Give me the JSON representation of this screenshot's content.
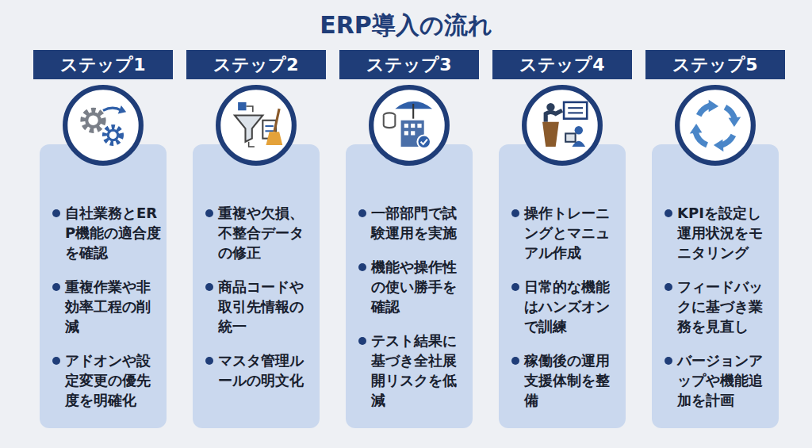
{
  "diagram": {
    "title": "ERP導入の流れ",
    "nodes": [
      {
        "text": [
          "ステップ1"
        ]
      },
      {
        "text": [
          "自社業務とERP機能の適合度を確認",
          "重複作業や非効率工程の削減",
          "アドオンや設定変更の優先度を明確化"
        ]
      },
      {
        "text": [
          "ステップ2"
        ]
      },
      {
        "text": [
          "重複や欠損、不整合データの修正",
          "商品コードや取引先情報の統一",
          "マスタ管理ルールの明文化"
        ]
      },
      {
        "text": [
          "ステップ3"
        ]
      },
      {
        "text": [
          "一部部門で試験運用を実施",
          "機能や操作性の使い勝手を確認",
          "テスト結果に基づき全社展開リスクを低減"
        ]
      },
      {
        "text": [
          "ステップ4"
        ]
      },
      {
        "text": [
          "操作トレーニングとマニュアル作成",
          "日常的な機能はハンズオンで訓練",
          "稼働後の運用支援体制を整備"
        ]
      },
      {
        "text": [
          "ステップ5"
        ]
      },
      {
        "text": [
          "KPIを設定し運用状況をモニタリング",
          "フィードバックに基づき業務を見直し",
          "バージョンアップや機能追加を計画"
        ]
      }
    ]
  }
}
